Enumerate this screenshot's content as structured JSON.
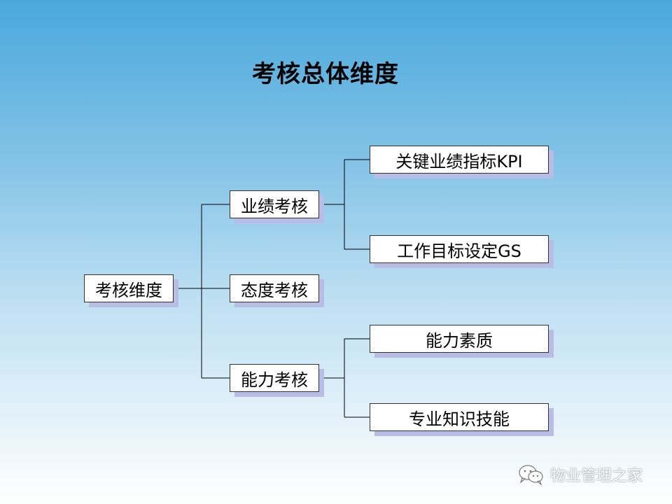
{
  "title": "考核总体维度",
  "diagram": {
    "root": "考核维度",
    "branches": [
      {
        "label": "业绩考核",
        "children": [
          "关键业绩指标KPI",
          "工作目标设定GS"
        ]
      },
      {
        "label": "态度考核",
        "children": []
      },
      {
        "label": "能力考核",
        "children": [
          "能力素质",
          "专业知识技能"
        ]
      }
    ]
  },
  "watermark": {
    "icon": "wechat-icon",
    "text": "物业管理之家"
  },
  "colors": {
    "background_top": "#4aa8dc",
    "background_bottom": "#ffffff",
    "box_shadow": "#b9bde6",
    "connector": "#000000"
  }
}
